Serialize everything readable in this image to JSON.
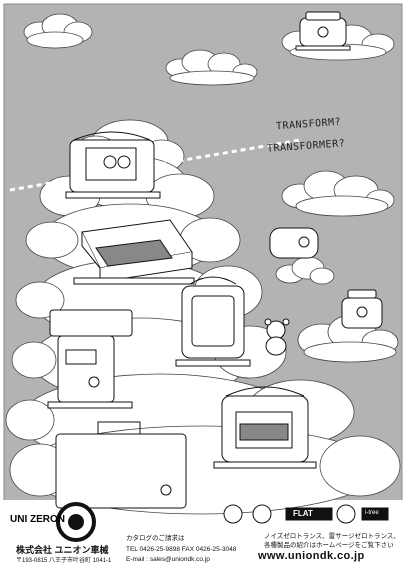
{
  "headline": {
    "line1": "TRANSFORM?",
    "line2": "TRANSFORMER?"
  },
  "brand": {
    "logo_text": "UNI ZERON",
    "company_name": "株式会社 ユニオン車械",
    "address": "〒193-0815 八王子市叶谷町 1041-1"
  },
  "contact": {
    "catalog_request": "カタログのご請求は",
    "tel_fax": "TEL 0426-25-9898 FAX 0426-25-3048",
    "email": "E-mail : sales@uniondk.co.jp"
  },
  "products": {
    "line1": "ノイズゼロトランス、雷サージゼロトランス、",
    "line2": "各種製品の紹介はホームページをご覧下さい"
  },
  "website": "www.uniondk.co.jp",
  "badges": [
    "FLAT",
    "i-tree"
  ],
  "colors": {
    "sky": "#b3b3b3",
    "outline": "#111111",
    "cloud": "#ffffff"
  }
}
